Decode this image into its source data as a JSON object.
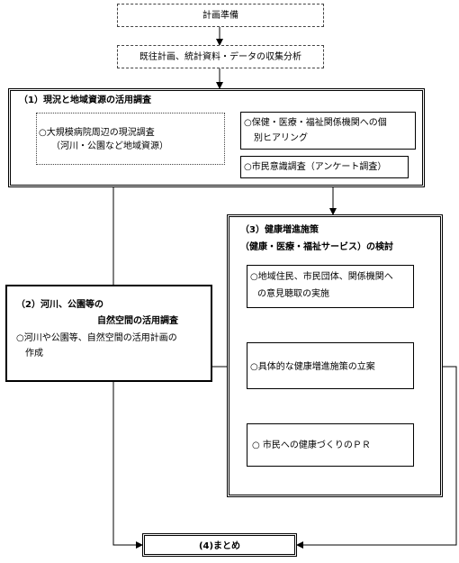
{
  "step_plan": "計画準備",
  "step_analysis": "既往計画、統計資料・データの収集分析",
  "section1": {
    "title": "（1）現況と地域資源の活用調査",
    "survey_line1": "○大規模病院周辺の現況調査",
    "survey_line2": "（河川・公園など地域資源）",
    "hearing_line1": "○保健・医療・福祉関係機関への個",
    "hearing_line2": "別ヒアリング",
    "opinion_survey": "○市民意識調査（アンケート調査）"
  },
  "section2": {
    "title": "（2）河川、公園等の",
    "title2": "自然空間の活用調査",
    "body_line1": "○河川や公園等、自然空間の活用計画の",
    "body_line2": "作成"
  },
  "section3": {
    "title": "（3）健康増進施策",
    "title2": "（健康・医療・福祉サービス）の検討",
    "hearing_line1": "○地域住民、市民団体、関係機関へ",
    "hearing_line2": "の意見聴取の実施",
    "plan": "○具体的な健康増進施策の立案",
    "pr": "○ 市民への健康づくりのＰＲ"
  },
  "summary": "(4)まとめ"
}
